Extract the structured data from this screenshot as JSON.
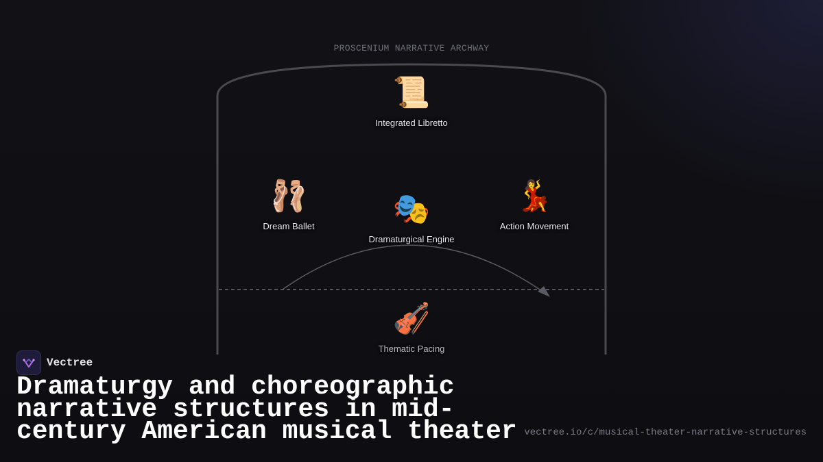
{
  "diagram": {
    "frame_label": "PROSCENIUM NARRATIVE ARCHWAY",
    "nodes": {
      "top": {
        "icon": "📜",
        "icon_name": "scroll-icon",
        "label": "Integrated Libretto"
      },
      "left": {
        "icon": "🩰",
        "icon_name": "ballet-shoes-icon",
        "label": "Dream Ballet"
      },
      "center": {
        "icon": "🎭",
        "icon_name": "theater-masks-icon",
        "label": "Dramaturgical Engine"
      },
      "right": {
        "icon": "💃",
        "icon_name": "dancer-icon",
        "label": "Action Movement"
      },
      "bottom": {
        "icon": "🎻",
        "icon_name": "violin-icon",
        "label": "Thematic Pacing"
      }
    },
    "colors": {
      "arch_stroke": "#4a4a50",
      "arrow_stroke": "#5a5a62",
      "dashed_line": "#55555c"
    }
  },
  "branding": {
    "name": "Vectree",
    "logo_icon": "vectree-logo-icon"
  },
  "headline": "Dramaturgy and choreographic narrative structures in mid-century American musical theater",
  "url": "vectree.io/c/musical-theater-narrative-structures"
}
